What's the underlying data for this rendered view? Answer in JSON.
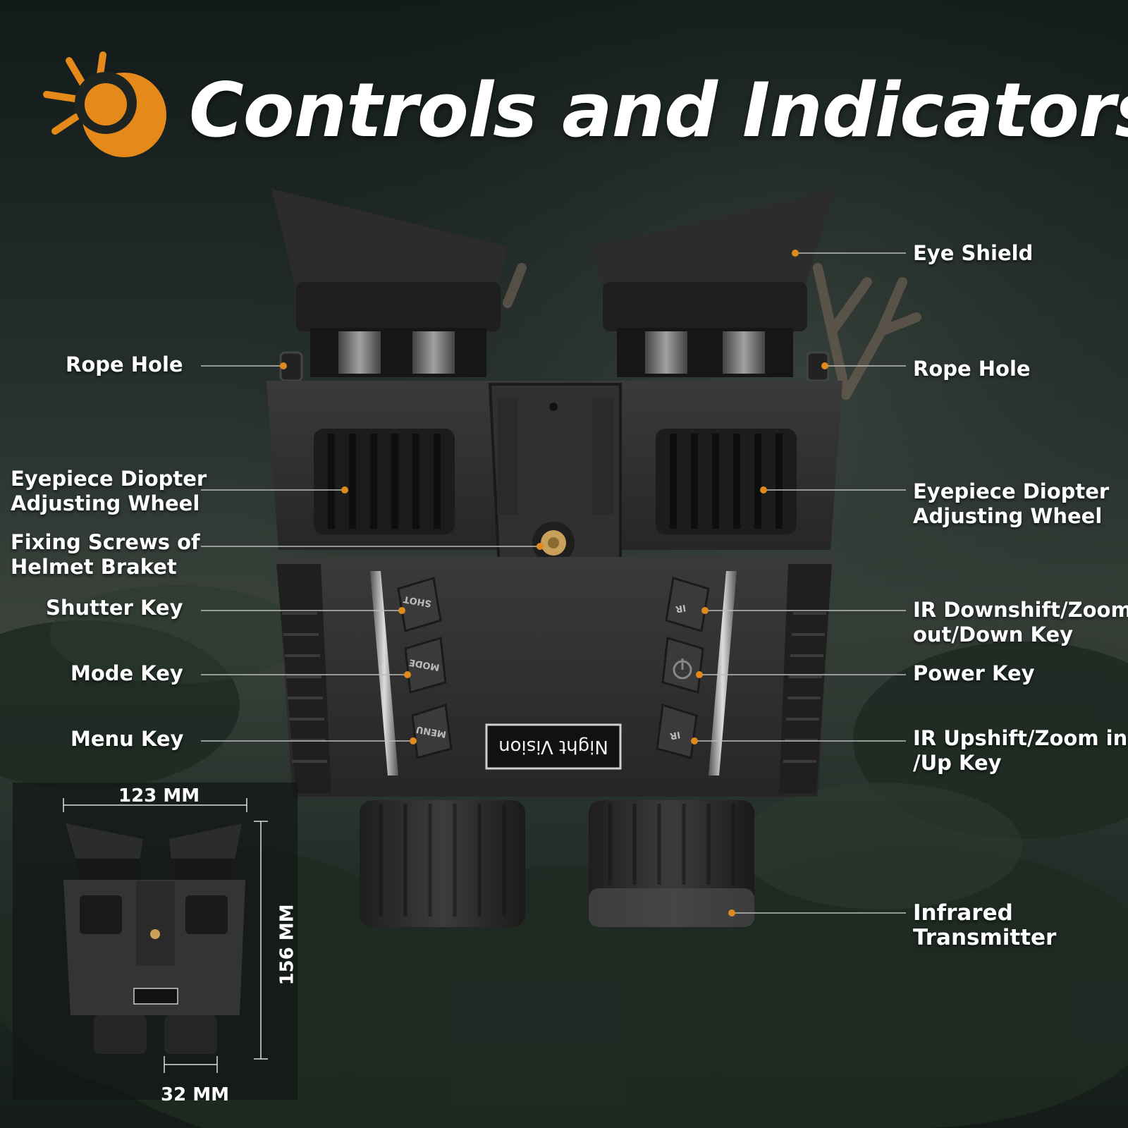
{
  "title": "Controls and Indicators",
  "device_badge": "Night Vision",
  "labels": {
    "eye_shield": "Eye Shield",
    "rope_hole_left": "Rope Hole",
    "rope_hole_right": "Rope Hole",
    "diopter_left_1": "Eyepiece Diopter",
    "diopter_left_2": "Adjusting Wheel",
    "diopter_right_1": "Eyepiece Diopter",
    "diopter_right_2": "Adjusting Wheel",
    "fixing_1": "Fixing Screws of",
    "fixing_2": "Helmet Braket",
    "shutter": "Shutter Key",
    "mode": "Mode Key",
    "menu": "Menu Key",
    "ir_down_1": "IR Downshift/Zoom",
    "ir_down_2": "out/Down Key",
    "power": "Power Key",
    "ir_up_1": "IR Upshift/Zoom in",
    "ir_up_2": "/Up Key",
    "infrared_1": "Infrared",
    "infrared_2": "Transmitter"
  },
  "buttons": {
    "shot": "SHOT",
    "mode": "MODE",
    "menu": "MENU",
    "ir": "IR"
  },
  "dimensions": {
    "width": "123 MM",
    "height": "156 MM",
    "depth": "32 MM"
  },
  "colors": {
    "accent": "#e08a1e",
    "leader_line": "#c9c9c9"
  }
}
